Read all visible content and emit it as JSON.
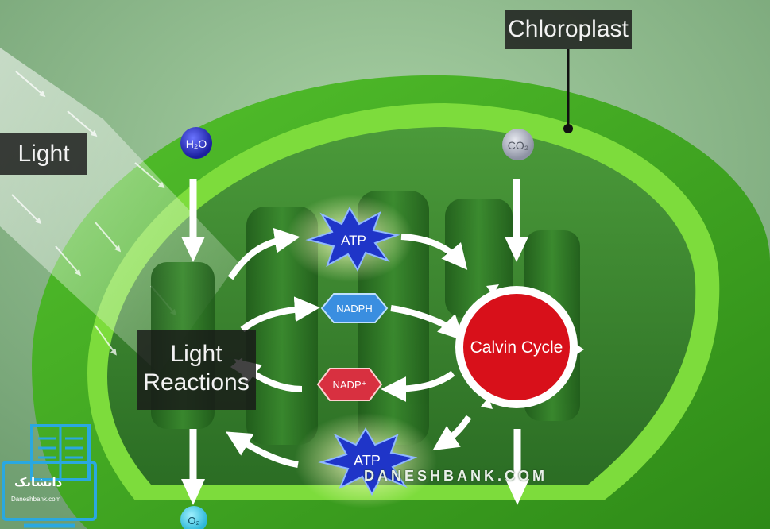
{
  "labels": {
    "chloroplast": "Chloroplast",
    "light": "Light",
    "light_reactions_line1": "Light",
    "light_reactions_line2": "Reactions",
    "calvin_cycle": "Calvin Cycle"
  },
  "molecules": {
    "h2o": "H₂O",
    "co2": "CO₂",
    "o2": "O₂",
    "atp_top": "ATP",
    "atp_bottom": "ATP",
    "nadph": "NADPH",
    "nadp": "NADP⁺"
  },
  "watermark": {
    "text": "DANESHBANK.COM",
    "logo_text": "دانشانک",
    "logo_sub": "Daneshbank.com"
  },
  "colors": {
    "calvin_red": "#d8101a",
    "atp_blue": "#1f35c8",
    "nadph_blue": "#3a8ee0",
    "nadp_red": "#d83040",
    "chloroplast_green": "#3fae1e"
  }
}
